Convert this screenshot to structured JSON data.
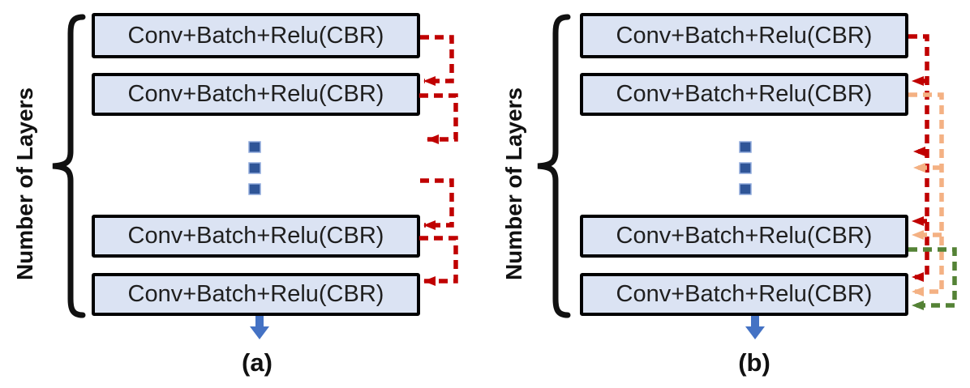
{
  "figure": {
    "panels": [
      {
        "caption": "(a)",
        "side_label": "Number of Layers",
        "layers": [
          "Conv+Batch+Relu(CBR)",
          "Conv+Batch+Relu(CBR)",
          "Conv+Batch+Relu(CBR)",
          "Conv+Batch+Relu(CBR)"
        ],
        "hidden_layers_indicator": "vertical-ellipsis",
        "connections": [
          {
            "from": "layer-1",
            "to": "layer-2",
            "color": "#c00000",
            "style": "dashed"
          },
          {
            "from": "layer-2",
            "to": "hidden-layers",
            "color": "#c00000",
            "style": "dashed"
          },
          {
            "from": "hidden-layers",
            "to": "layer-3",
            "color": "#c00000",
            "style": "dashed"
          },
          {
            "from": "layer-3",
            "to": "layer-4",
            "color": "#c00000",
            "style": "dashed"
          }
        ]
      },
      {
        "caption": "(b)",
        "side_label": "Number of Layers",
        "layers": [
          "Conv+Batch+Relu(CBR)",
          "Conv+Batch+Relu(CBR)",
          "Conv+Batch+Relu(CBR)",
          "Conv+Batch+Relu(CBR)"
        ],
        "hidden_layers_indicator": "vertical-ellipsis",
        "connections": [
          {
            "from": "layer-1",
            "to": "layer-2",
            "color": "#c00000",
            "style": "dashed"
          },
          {
            "from": "layer-1",
            "to": "hidden-layers",
            "color": "#c00000",
            "style": "dashed"
          },
          {
            "from": "layer-1",
            "to": "layer-3",
            "color": "#c00000",
            "style": "dashed"
          },
          {
            "from": "layer-1",
            "to": "layer-4",
            "color": "#c00000",
            "style": "dashed"
          },
          {
            "from": "layer-2",
            "to": "hidden-layers",
            "color": "#f4b183",
            "style": "dashed"
          },
          {
            "from": "layer-2",
            "to": "layer-3",
            "color": "#f4b183",
            "style": "dashed"
          },
          {
            "from": "layer-2",
            "to": "layer-4",
            "color": "#f4b183",
            "style": "dashed"
          },
          {
            "from": "layer-3",
            "to": "layer-4",
            "color": "#548235",
            "style": "dashed"
          }
        ]
      }
    ],
    "colors": {
      "box-fill": "#dbe3f3",
      "box-border": "#000000",
      "outline": "#111111",
      "text": "#1f1f1f",
      "skip-red": "#c00000",
      "skip-orange": "#f4b183",
      "skip-green": "#548235",
      "ellipsis-blue": "#2f5597",
      "ellipsis-border": "#8faadc",
      "output-arrow-blue": "#4472c4"
    }
  }
}
